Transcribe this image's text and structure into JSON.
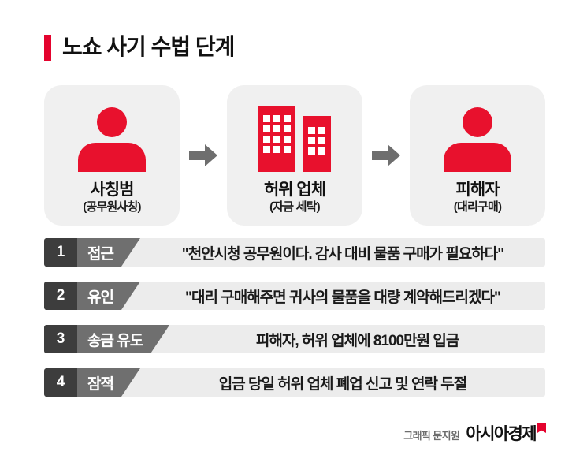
{
  "title": "노쇼 사기 수법 단계",
  "accent_color": "#e4032e",
  "icon_red": "#e8112d",
  "flow": {
    "cards": [
      {
        "icon": "person-icon",
        "label": "사칭범",
        "sub": "(공무원사칭)"
      },
      {
        "icon": "buildings-icon",
        "label": "허위 업체",
        "sub": "(자금 세탁)"
      },
      {
        "icon": "person-icon",
        "label": "피해자",
        "sub": "(대리구매)"
      }
    ],
    "arrow_icon": "arrow-right-icon",
    "arrow_color": "#6e6e6e"
  },
  "steps": [
    {
      "num": "1",
      "tag": "접근",
      "text": "\"천안시청 공무원이다. 감사 대비 물품 구매가 필요하다\""
    },
    {
      "num": "2",
      "tag": "유인",
      "text": "\"대리 구매해주면 귀사의 물품을 대량 계약해드리겠다\""
    },
    {
      "num": "3",
      "tag": "송금 유도",
      "text": "피해자, 허위 업체에 8100만원 입금"
    },
    {
      "num": "4",
      "tag": "잠적",
      "text": "입금 당일 허위 업체 폐업 신고 및 연락 두절"
    }
  ],
  "footer": {
    "credit": "그래픽 문지원",
    "brand": "아시아경제",
    "mark_icon": "asiae-logo-mark"
  }
}
